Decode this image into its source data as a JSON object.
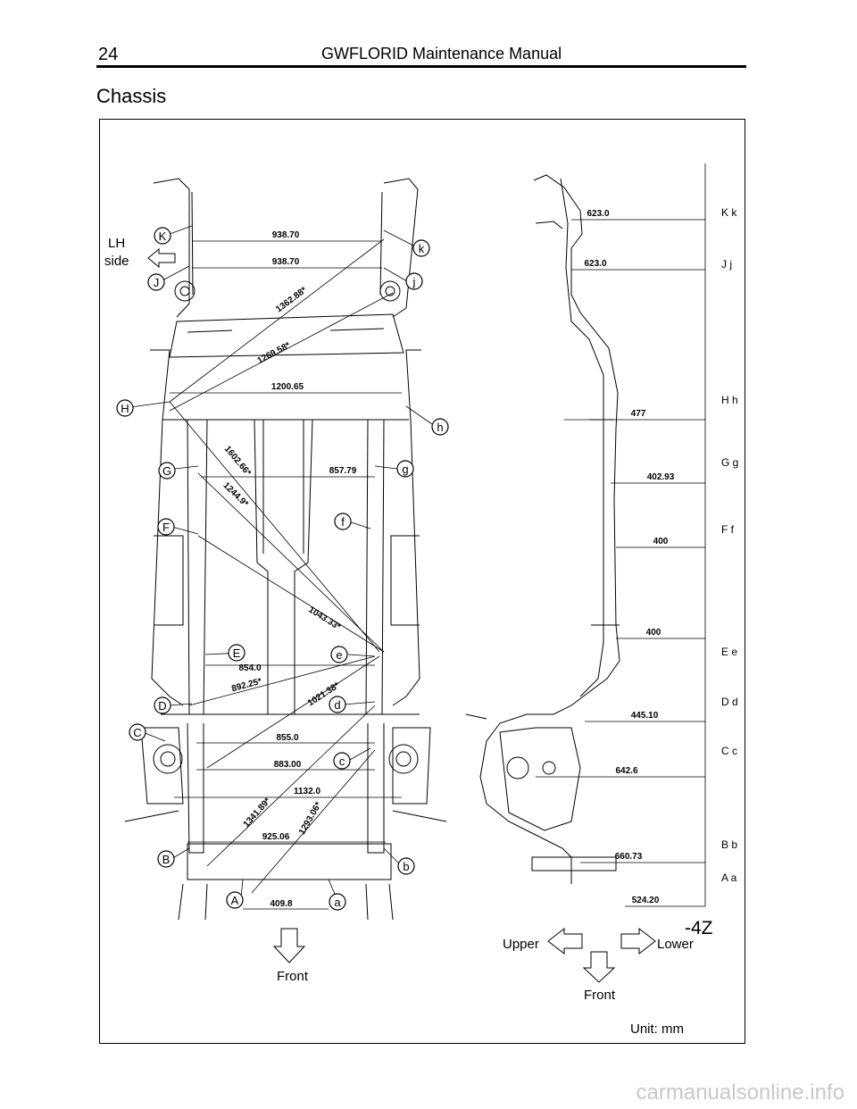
{
  "header": {
    "page_number": "24",
    "manual_title": "GWFLORID Maintenance Manual"
  },
  "section_title": "Chassis",
  "figure": {
    "lh_side_line1": "LH",
    "lh_side_line2": "side",
    "front_label": "Front",
    "upper_label": "Upper",
    "lower_label": "Lower",
    "front_label_side": "Front",
    "view_code": "-4Z",
    "unit_label": "Unit: mm",
    "plan_points": {
      "K": "K",
      "k": "k",
      "J": "J",
      "j": "j",
      "H": "H",
      "h": "h",
      "G": "G",
      "g": "g",
      "F": "F",
      "f": "f",
      "E": "E",
      "e": "e",
      "D": "D",
      "d": "d",
      "C": "C",
      "c": "c",
      "B": "B",
      "b": "b",
      "A": "A",
      "a": "a"
    },
    "plan_dimensions": {
      "kj_upper": "938.70",
      "kj_lower": "938.70",
      "diag_1362": "1362.88*",
      "diag_1269": "1269.58*",
      "hh_1200": "1200.65",
      "diag_1602": "1602.66*",
      "gg_857": "857.79",
      "diag_1244": "1244.9*",
      "diag_1043": "1043.33*",
      "ee_854": "854.0",
      "diag_892": "892.25*",
      "diag_1021": "1021.38*",
      "cc_855": "855.0",
      "cc_883": "883.00",
      "bb_1132": "1132.0",
      "diag_1341": "1341.89*",
      "diag_1293": "1293.06*",
      "bb_925": "925.06",
      "aa_409": "409.8"
    },
    "side_levels": {
      "Kk": "K k",
      "Jj": "J j",
      "Hh": "H h",
      "Gg": "G g",
      "Ff": "F f",
      "Ee": "E e",
      "Dd": "D d",
      "Cc": "C c",
      "Bb": "B b",
      "Aa": "A a"
    },
    "side_dimensions": {
      "k_623": "623.0",
      "j_623": "623.0",
      "h_477": "477",
      "g_402": "402.93",
      "f_400": "400",
      "e_400": "400",
      "d_445": "445.10",
      "c_642": "642.6",
      "b_660": "660.73",
      "a_524": "524.20"
    }
  },
  "watermark": "carmanualsonline.info"
}
